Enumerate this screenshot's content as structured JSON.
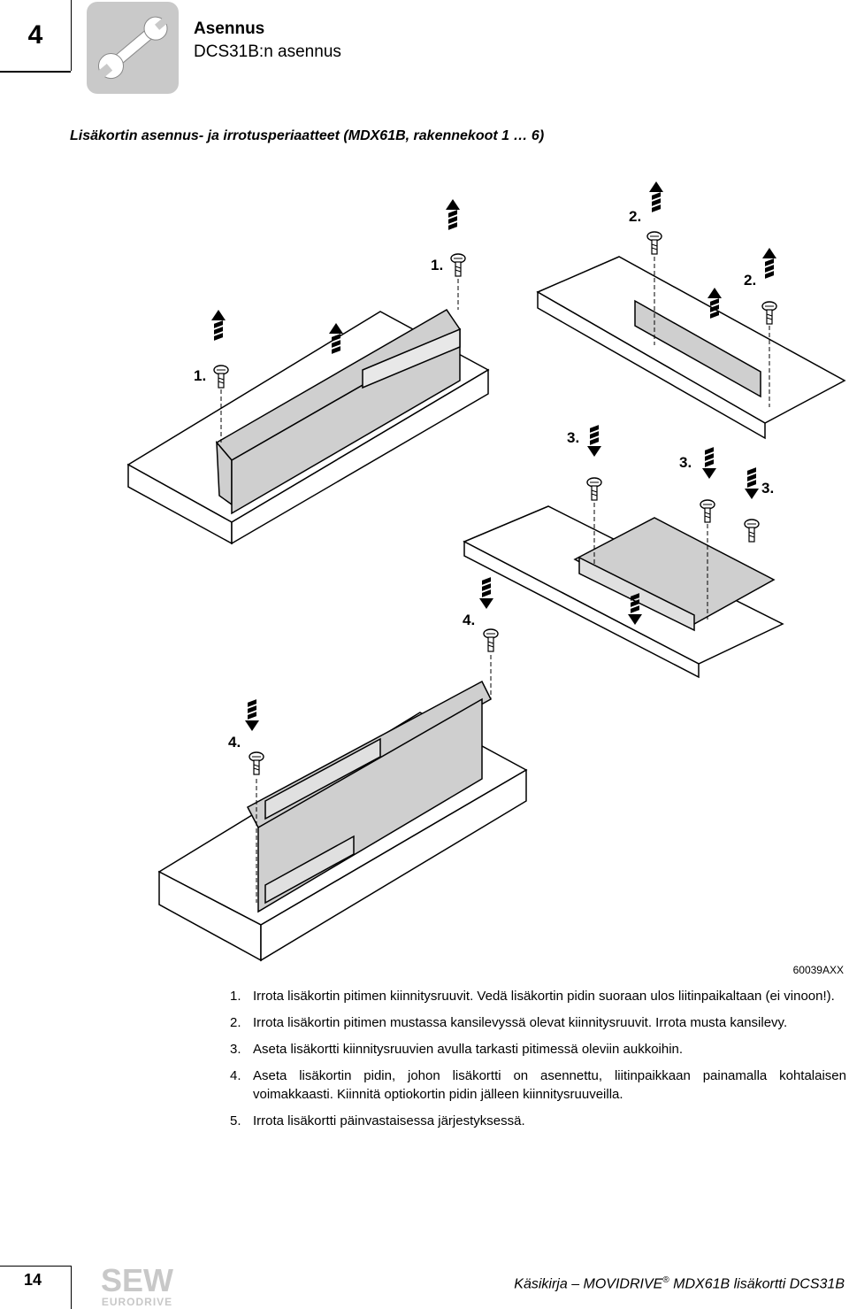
{
  "header": {
    "chapter_number": "4",
    "title": "Asennus",
    "subtitle": "DCS31B:n asennus"
  },
  "section_title": "Lisäkortin asennus- ja irrotusperiaatteet (MDX61B, rakennekoot 1 … 6)",
  "figure": {
    "id": "60039AXX",
    "labels": {
      "step1": "1.",
      "step2": "2.",
      "step3": "3.",
      "step4": "4."
    }
  },
  "steps": [
    {
      "num": "1.",
      "text": "Irrota lisäkortin pitimen kiinnitysruuvit. Vedä lisäkortin pidin suoraan ulos liitinpaikaltaan (ei vinoon!)."
    },
    {
      "num": "2.",
      "text": "Irrota lisäkortin pitimen mustassa kansilevyssä olevat kiinnitysruuvit. Irrota musta kansilevy."
    },
    {
      "num": "3.",
      "text": "Aseta lisäkortti kiinnitysruuvien avulla tarkasti pitimessä oleviin aukkoihin."
    },
    {
      "num": "4.",
      "text": "Aseta lisäkortin pidin, johon lisäkortti on asennettu, liitinpaikkaan painamalla kohtalaisen voimakkaasti. Kiinnitä optiokortin pidin jälleen kiinnitysruuveilla."
    },
    {
      "num": "5.",
      "text": "Irrota lisäkortti päinvastaisessa järjestyksessä."
    }
  ],
  "footer": {
    "page_number": "14",
    "brand_top": "SEW",
    "brand_bottom": "EURODRIVE",
    "doc_prefix": "Käsikirja – MOVIDRIVE",
    "doc_reg": "®",
    "doc_suffix": " MDX61B lisäkortti DCS31B"
  }
}
